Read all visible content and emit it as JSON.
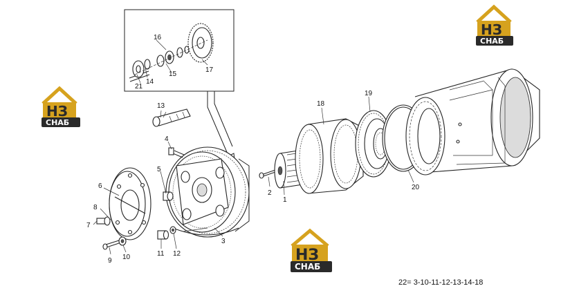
{
  "callouts": [
    {
      "id": "c1",
      "label": "1"
    },
    {
      "id": "c2",
      "label": "2"
    },
    {
      "id": "c3",
      "label": "3"
    },
    {
      "id": "c4",
      "label": "4"
    },
    {
      "id": "c5",
      "label": "5"
    },
    {
      "id": "c6",
      "label": "6"
    },
    {
      "id": "c7",
      "label": "7"
    },
    {
      "id": "c8",
      "label": "8"
    },
    {
      "id": "c9",
      "label": "9"
    },
    {
      "id": "c10",
      "label": "10"
    },
    {
      "id": "c11",
      "label": "11"
    },
    {
      "id": "c12",
      "label": "12"
    },
    {
      "id": "c13",
      "label": "13"
    },
    {
      "id": "c14",
      "label": "14"
    },
    {
      "id": "c15",
      "label": "15"
    },
    {
      "id": "c16",
      "label": "16"
    },
    {
      "id": "c17",
      "label": "17"
    },
    {
      "id": "c18",
      "label": "18"
    },
    {
      "id": "c19",
      "label": "19"
    },
    {
      "id": "c20",
      "label": "20"
    },
    {
      "id": "c21",
      "label": "21"
    }
  ],
  "footnote": "22= 3-10-11-12-13-14-18",
  "logos": [
    {
      "id": "logo-top-right",
      "mark": "НЗ",
      "text": "СНАБ"
    },
    {
      "id": "logo-left",
      "mark": "НЗ",
      "text": "СНАБ"
    },
    {
      "id": "logo-bottom-center",
      "mark": "НЗ",
      "text": "СНАБ"
    }
  ],
  "colors": {
    "logo_gold": "#d6a21e",
    "logo_dark": "#2a2a2a",
    "line": "#222222"
  }
}
